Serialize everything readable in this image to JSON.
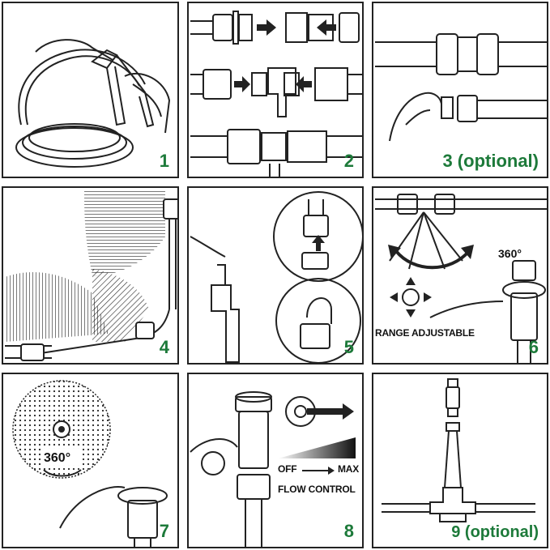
{
  "steps": [
    {
      "number": "1"
    },
    {
      "number": "2"
    },
    {
      "number": "3 (optional)"
    },
    {
      "number": "4"
    },
    {
      "number": "5"
    },
    {
      "number": "6",
      "annotations": {
        "degrees": "360°",
        "range": "RANGE ADJUSTABLE"
      }
    },
    {
      "number": "7",
      "annotations": {
        "degrees": "360°"
      }
    },
    {
      "number": "8",
      "annotations": {
        "off": "OFF",
        "max": "MAX",
        "flow": "FLOW CONTROL"
      }
    },
    {
      "number": "9 (optional)"
    }
  ],
  "colors": {
    "step_number": "#1d7a3a",
    "line_art": "#222222"
  }
}
